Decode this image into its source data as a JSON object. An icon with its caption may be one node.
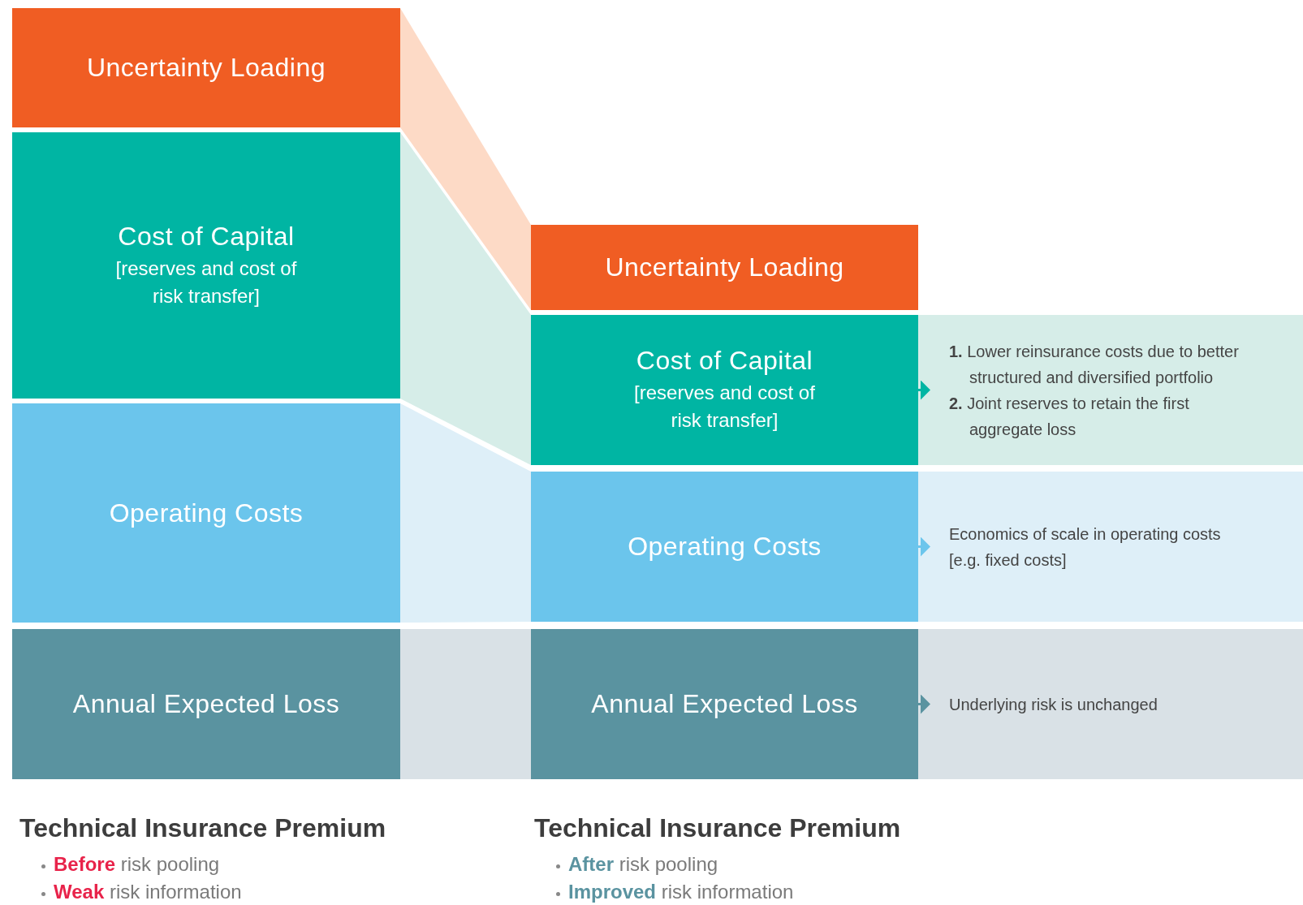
{
  "diagram": {
    "nodes": [
      {
        "text": [
          "Uncertainty Loading"
        ]
      },
      {
        "text": [
          "Cost of Capital",
          "[reserves and cost of risk transfer]"
        ]
      },
      {
        "text": [
          "Operating Costs"
        ]
      },
      {
        "text": [
          "Annual Expected Loss"
        ]
      },
      {
        "text": [
          "Uncertainty Loading"
        ]
      },
      {
        "text": [
          "Cost of Capital",
          "[reserves and cost of risk transfer]"
        ]
      },
      {
        "text": [
          "Operating Costs"
        ]
      },
      {
        "text": [
          "Annual Expected Loss"
        ]
      },
      {
        "text": [
          "**1.** Lower reinsurance costs due to better structured and diversified portfolio",
          "**2.** Joint reserves to retain the first aggregate loss"
        ]
      },
      {
        "text": [
          "Economics of scale in operating costs [e.g. fixed costs]"
        ]
      },
      {
        "text": [
          "Underlying risk is unchanged"
        ]
      }
    ],
    "edges": [
      {
        "from": 5,
        "to": 8,
        "arrow": "to",
        "color": "#00b5a3"
      },
      {
        "from": 6,
        "to": 9,
        "arrow": "to",
        "color": "#6bc5ec"
      },
      {
        "from": 7,
        "to": 10,
        "arrow": "to",
        "color": "#5a93a0"
      }
    ],
    "labels": [
      "Technical Insurance Premium",
      "**Before** risk pooling",
      "**Weak** risk information",
      "Technical Insurance Premium",
      "**After** risk pooling",
      "**Improved** risk information"
    ]
  }
}
